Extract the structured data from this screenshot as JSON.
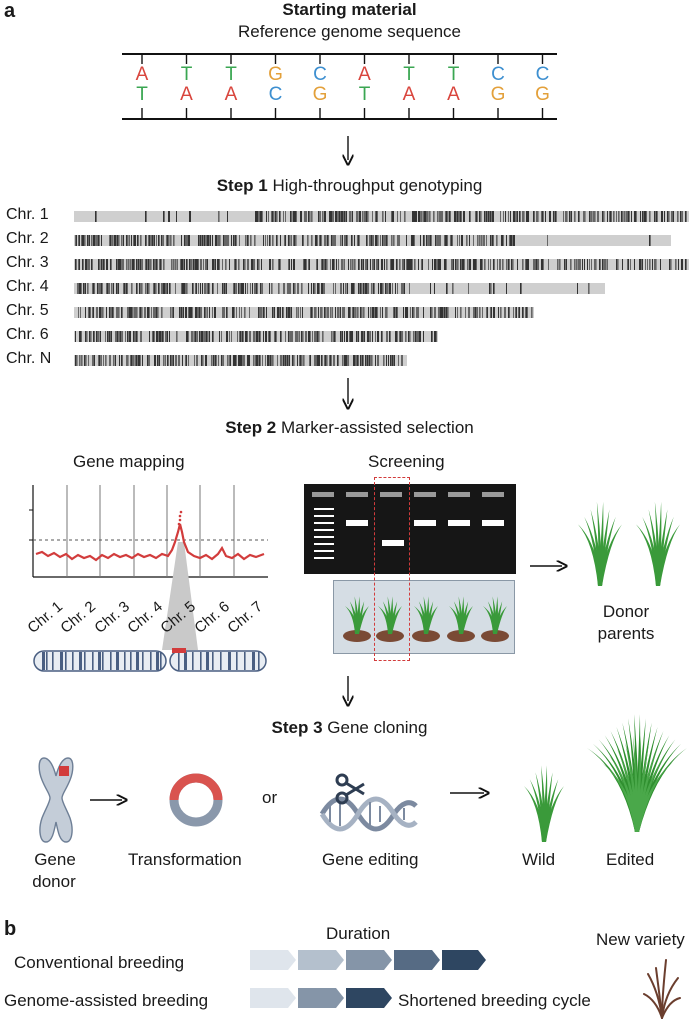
{
  "panel_a": {
    "letter": "a",
    "starting_title": "Starting material",
    "starting_subtitle": "Reference genome sequence",
    "dna": {
      "top": [
        "A",
        "T",
        "T",
        "G",
        "C",
        "A",
        "T",
        "T",
        "C",
        "C"
      ],
      "bottom": [
        "T",
        "A",
        "A",
        "C",
        "G",
        "T",
        "A",
        "A",
        "G",
        "G"
      ],
      "colors": {
        "A": "#d9453d",
        "T": "#3aa652",
        "G": "#e3a03a",
        "C": "#3d8fd0"
      }
    },
    "step1": {
      "prefix": "Step 1",
      "text": " High-throughput genotyping"
    },
    "chromosomes": [
      "Chr. 1",
      "Chr. 2",
      "Chr. 3",
      "Chr. 4",
      "Chr. 5",
      "Chr. 6",
      "Chr. N"
    ],
    "step2": {
      "prefix": "Step 2",
      "text": " Marker-assisted selection"
    },
    "gene_mapping": {
      "title": "Gene mapping",
      "x_labels": [
        "Chr. 1",
        "Chr. 2",
        "Chr. 3",
        "Chr. 4",
        "Chr. 5",
        "Chr. 6",
        "Chr. 7"
      ]
    },
    "screening": {
      "title": "Screening"
    },
    "donor_parents": [
      "Donor",
      "parents"
    ],
    "step3": {
      "prefix": "Step 3",
      "text": " Gene cloning"
    },
    "gene_donor": [
      "Gene",
      "donor"
    ],
    "transformation": "Transformation",
    "or": "or",
    "gene_editing": "Gene editing",
    "wild": "Wild",
    "edited": "Edited"
  },
  "panel_b": {
    "letter": "b",
    "duration": "Duration",
    "new_variety": "New variety",
    "conventional": "Conventional breeding",
    "genome_assisted": "Genome-assisted breeding",
    "shortened": "Shortened breeding cycle"
  },
  "colors": {
    "red_marker": "#d23c3c",
    "plant_green": "#3a9a3a",
    "gel_black": "#1a1a1a",
    "chrom_blue": "#4a5f82",
    "arrow_light": "#dce3ea",
    "arrow_dark": "#2e4661"
  }
}
